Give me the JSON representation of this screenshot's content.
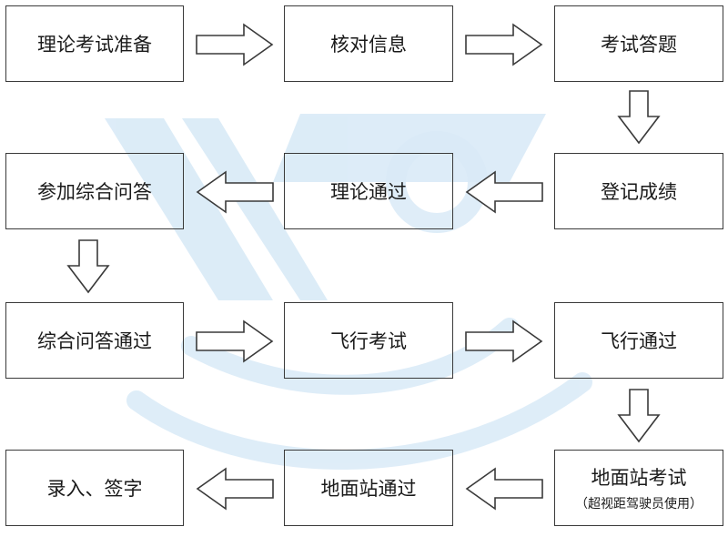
{
  "steps": {
    "s1": "理论考试准备",
    "s2": "核对信息",
    "s3": "考试答题",
    "s4": "登记成绩",
    "s5": "理论通过",
    "s6": "参加综合问答",
    "s7": "综合问答通过",
    "s8": "飞行考试",
    "s9": "飞行通过",
    "s10": "地面站考试",
    "s10_note": "（超视距驾驶员使用）",
    "s11": "地面站通过",
    "s12": "录入、签字"
  },
  "watermark_color": "#d6e8f6",
  "arrow_color": "#3a3a3a"
}
